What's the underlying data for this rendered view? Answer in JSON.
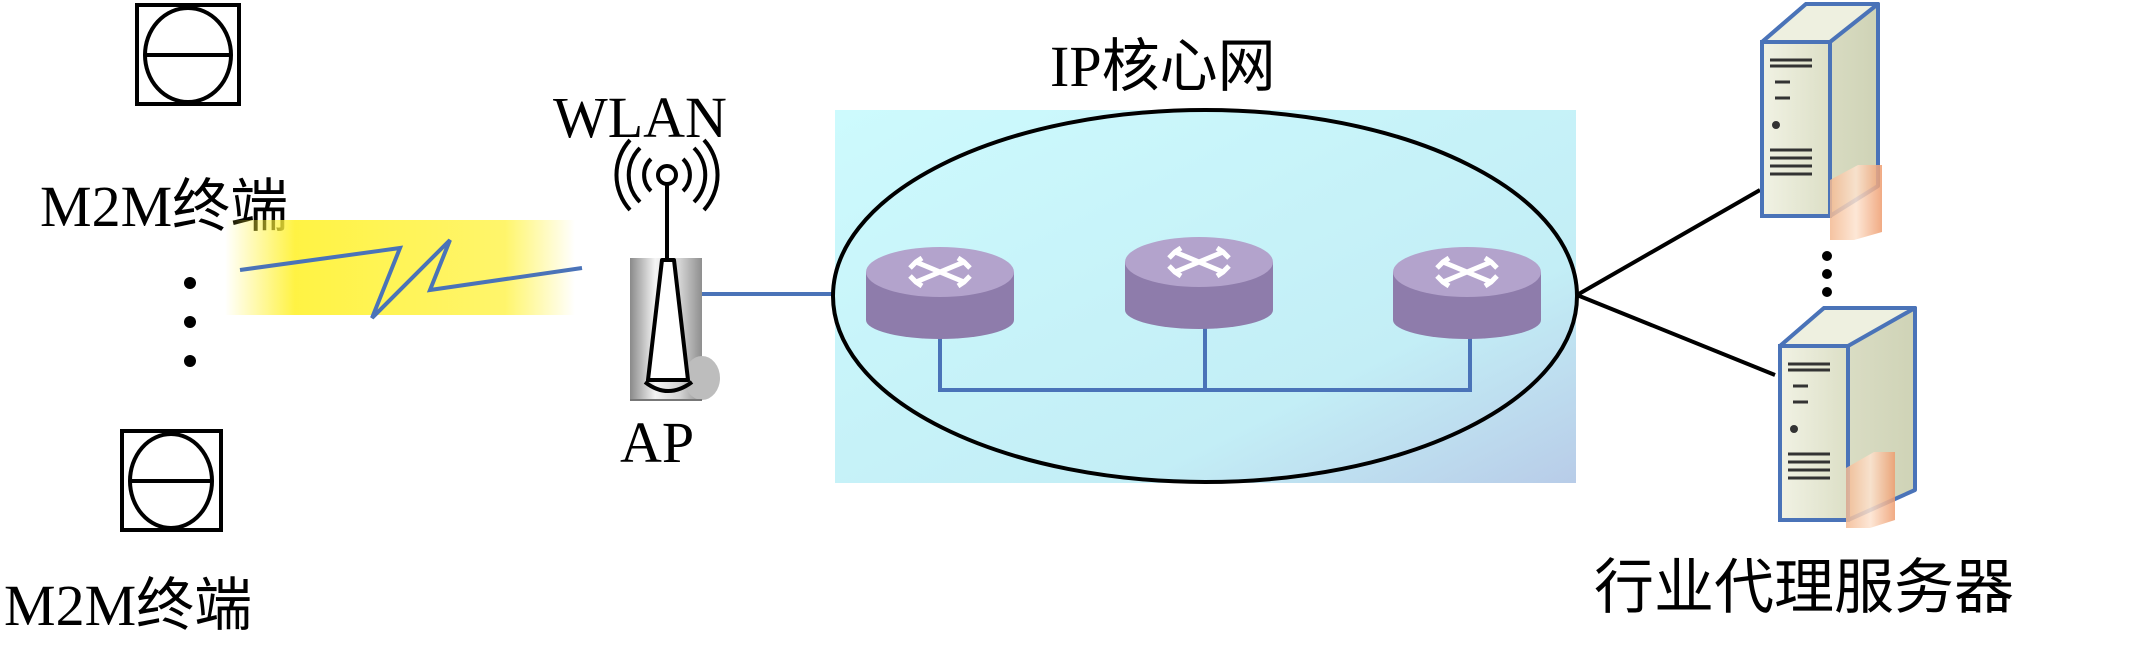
{
  "core_network": {
    "label": "IP核心网",
    "fill_color": "#c8f6fa",
    "router_color": "#9b87b8",
    "link_color": "#4a73b8"
  },
  "terminals": [
    {
      "label": "M2M终端"
    },
    {
      "label": "M2M终端"
    }
  ],
  "access_point": {
    "top_label": "WLAN",
    "bottom_label": "AP"
  },
  "servers": {
    "label": "行业代理服务器",
    "outline_color": "#4a73b8"
  },
  "wireless_link": {
    "glow_color": "#fff23a"
  }
}
